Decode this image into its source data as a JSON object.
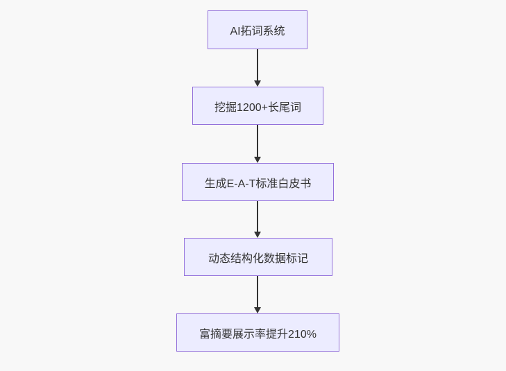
{
  "diagram": {
    "type": "flowchart",
    "direction": "top-down",
    "nodes": [
      {
        "id": "n1",
        "label": "AI拓词系统"
      },
      {
        "id": "n2",
        "label": "挖掘1200+长尾词"
      },
      {
        "id": "n3",
        "label": "生成E-A-T标准白皮书"
      },
      {
        "id": "n4",
        "label": "动态结构化数据标记"
      },
      {
        "id": "n5",
        "label": "富摘要展示率提升210%"
      }
    ],
    "edges": [
      {
        "from": "n1",
        "to": "n2"
      },
      {
        "from": "n2",
        "to": "n3"
      },
      {
        "from": "n3",
        "to": "n4"
      },
      {
        "from": "n4",
        "to": "n5"
      }
    ],
    "colors": {
      "node_fill": "#ECECFF",
      "node_border": "#9370DB",
      "arrow": "#333333",
      "text": "#333333",
      "background": "#f8f8f8"
    }
  }
}
